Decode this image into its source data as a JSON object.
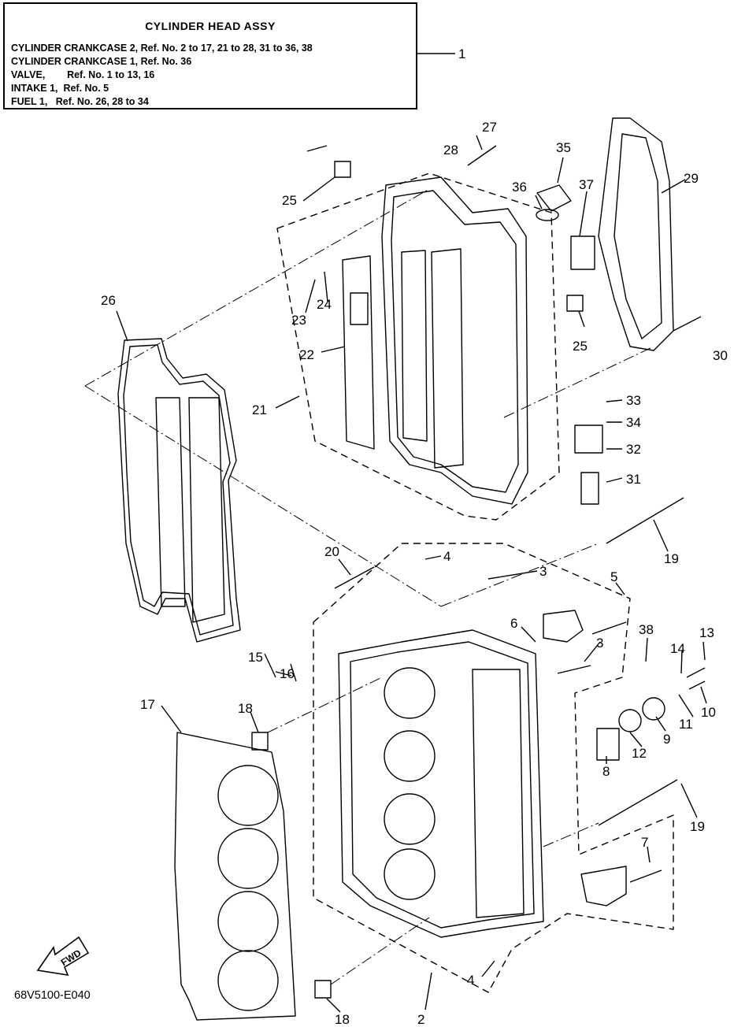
{
  "header": {
    "title": "CYLINDER  HEAD ASSY",
    "lines": [
      "CYLINDER CRANKCASE 2, Ref. No. 2 to 17, 21 to 28, 31 to 36, 38",
      "CYLINDER CRANKCASE 1, Ref. No. 36",
      "VALVE,        Ref. No. 1 to 13, 16",
      "INTAKE 1,  Ref. No. 5",
      "FUEL 1,   Ref. No. 26, 28 to 34"
    ]
  },
  "callouts": [
    "1",
    "2",
    "3",
    "3",
    "4",
    "4",
    "5",
    "6",
    "7",
    "8",
    "9",
    "10",
    "11",
    "12",
    "13",
    "14",
    "15",
    "16",
    "17",
    "18",
    "18",
    "19",
    "19",
    "20",
    "21",
    "22",
    "23",
    "24",
    "25",
    "25",
    "26",
    "27",
    "28",
    "29",
    "30",
    "31",
    "32",
    "33",
    "34",
    "35",
    "36",
    "37",
    "38"
  ],
  "fwd_label": "FWD",
  "drawing_code": "68V5100-E040"
}
